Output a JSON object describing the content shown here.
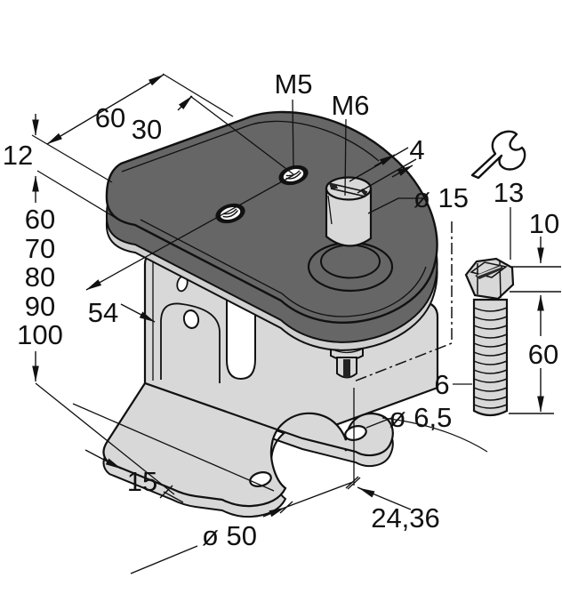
{
  "drawing": {
    "type": "isometric-technical-drawing",
    "background": "#ffffff",
    "colors": {
      "plate_dark": "#666666",
      "plate_chamfer": "#d0d0d0",
      "metal_light": "#d8d8d8",
      "outline": "#111111"
    },
    "plate": {
      "length": "60",
      "hole_spacing": "30",
      "thickness": "12",
      "thread_small": "M5",
      "thread_large": "M6"
    },
    "stem": {
      "flat": "4",
      "diameter": "ø 15"
    },
    "screw": {
      "wrench_size": "13",
      "head_height": "10",
      "length": "60",
      "thread": "6"
    },
    "bracket": {
      "width": "54",
      "heights": [
        "60",
        "70",
        "80",
        "90",
        "100"
      ],
      "foot_width": "15",
      "hole_diameter": "ø 6,5",
      "hole_offset": "24,36",
      "cutout_diameter": "ø 50"
    },
    "icons": {
      "wrench": "wrench-icon"
    }
  }
}
